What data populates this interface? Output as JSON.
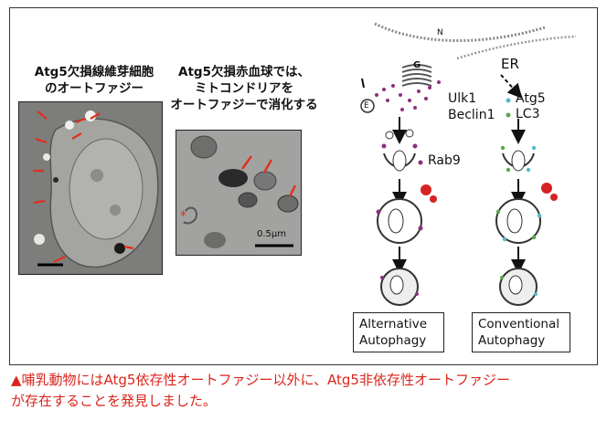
{
  "panel_left": {
    "heading_line1": "Atg5欠損線維芽細胞",
    "heading_line2": "のオートファジー"
  },
  "panel_middle": {
    "heading_line1": "Atg5欠損赤血球では、",
    "heading_line2": "ミトコンドリアを",
    "heading_line3": "オートファジーで消化する",
    "scale_label": "0.5μm"
  },
  "diagram": {
    "nucleus_label": "N",
    "golgi_label": "G",
    "endosome_label": "E",
    "er_label": "ER",
    "alt_proteins": [
      "Ulk1",
      "Beclin1"
    ],
    "rab9_label": "Rab9",
    "conv_proteins": [
      "Atg5",
      "LC3"
    ],
    "alt_box_line1": "Alternative",
    "alt_box_line2": "Autophagy",
    "conv_box_line1": "Conventional",
    "conv_box_line2": "Autophagy"
  },
  "caption": {
    "line1": "▲哺乳動物にはAtg5依存性オートファジー以外に、Atg5非依存性オートファジー",
    "line2": "が存在することを発見しました。"
  },
  "colors": {
    "caption_red": "#d9251c",
    "arrow_red": "#e0301e",
    "rab9_purple": "#8e2f7c",
    "atg5_cyan": "#55b8c9",
    "lc3_green": "#59a84a"
  }
}
